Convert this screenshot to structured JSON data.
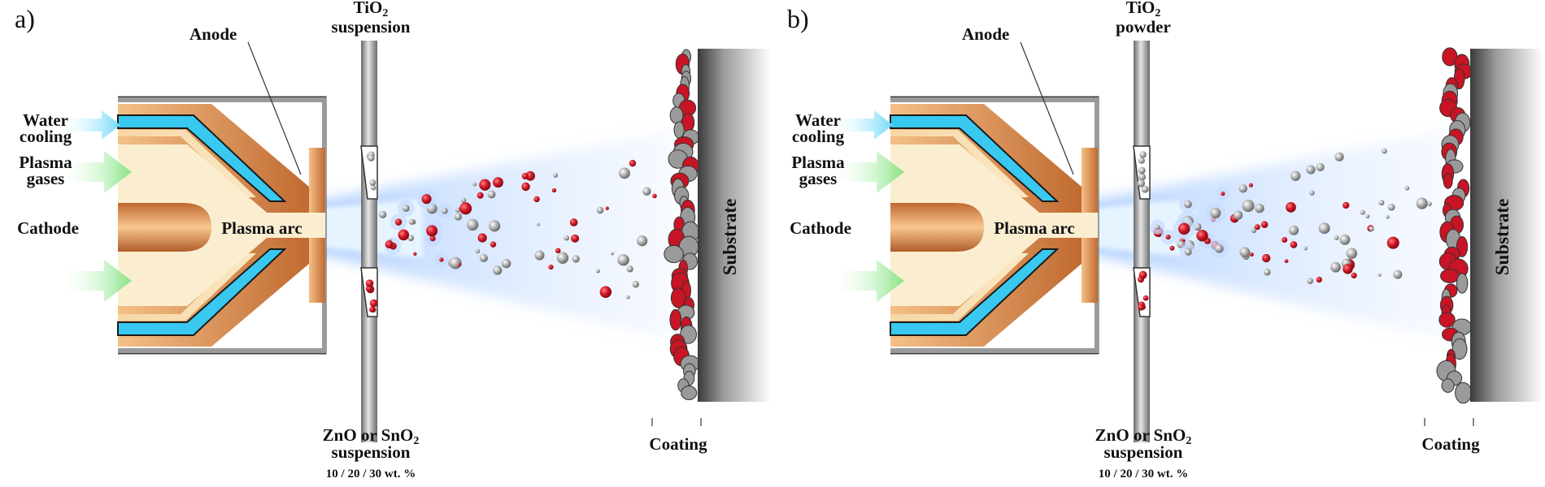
{
  "panels": [
    {
      "letter": "a)",
      "anode": "Anode",
      "top_feed_1": "TiO",
      "top_feed_sub": "2",
      "top_feed_2": "suspension",
      "water_1": "Water",
      "water_2": "cooling",
      "gas_1": "Plasma",
      "gas_2": "gases",
      "cathode": "Cathode",
      "arc": "Plasma arc",
      "bottom_feed_1": "ZnO or SnO",
      "bottom_feed_sub": "2",
      "bottom_feed_2": "suspension",
      "bottom_feed_3": "10 / 20 / 30 wt. %",
      "coating": "Coating",
      "substrate": "Substrate"
    },
    {
      "letter": "b)",
      "anode": "Anode",
      "top_feed_1": "TiO",
      "top_feed_sub": "2",
      "top_feed_2": "powder",
      "water_1": "Water",
      "water_2": "cooling",
      "gas_1": "Plasma",
      "gas_2": "gases",
      "cathode": "Cathode",
      "arc": "Plasma arc",
      "bottom_feed_1": "ZnO or SnO",
      "bottom_feed_sub": "2",
      "bottom_feed_2": "suspension",
      "bottom_feed_3": "10 / 20 / 30 wt. %",
      "coating": "Coating",
      "substrate": "Substrate"
    }
  ],
  "colors": {
    "copper": "#c8783c",
    "water": "#38c8f0",
    "gas_arrow": "#90e890",
    "water_arrow": "#80e0f8",
    "plume": "#b8d4fa",
    "particle_red": "#d01828",
    "particle_grey": "#a8a8a8",
    "substrate": "#5a5a5a"
  }
}
